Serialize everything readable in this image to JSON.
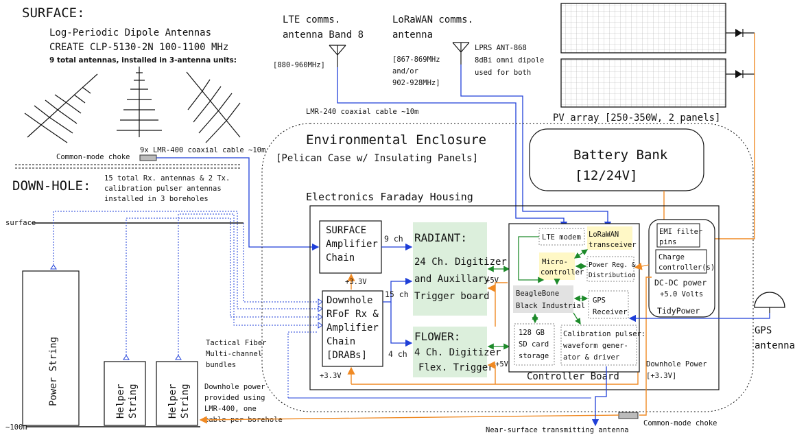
{
  "surface": {
    "title": "SURFACE:",
    "lpda_line1": "Log-Periodic Dipole Antennas",
    "lpda_line2": "CREATE CLP-5130-2N  100-1100 MHz",
    "lpda_line3": "9 total antennas, installed in 3-antenna units:",
    "choke": "Common-mode choke",
    "coax": "9x LMR-400 coaxial cable ~10m"
  },
  "downhole": {
    "title": "DOWN-HOLE:",
    "line1": "15 total Rx. antennas & 2 Tx.",
    "line2": "calibration pulser antennas",
    "line3": "installed in 3 boreholes",
    "surface_label": "surface",
    "depth_label": "~100m",
    "power_string": "Power String",
    "helper1a": "Helper",
    "helper1b": "String",
    "helper2a": "Helper",
    "helper2b": "String",
    "tactical1": "Tactical Fiber",
    "tactical2": "Multi-channel",
    "tactical3": "bundles",
    "dhp1": "Downhole power",
    "dhp2": "provided using",
    "dhp3": "LMR-400, one",
    "dhp4": "cable per borehole"
  },
  "lte": {
    "line1": "LTE comms.",
    "line2": "antenna Band 8",
    "freq": "[880-960MHz]",
    "cable": "LMR-240 coaxial cable ~10m"
  },
  "lora": {
    "line1": "LoRaWAN comms.",
    "line2": "antenna",
    "freq1": "[867-869MHz",
    "freq2": "and/or",
    "freq3": "902-928MHz]",
    "ant1": "LPRS ANT-868",
    "ant2": "8dBi omni dipole",
    "ant3": "used for both"
  },
  "pv": {
    "label": "PV array [250-350W, 2 panels]"
  },
  "enclosure": {
    "title": "Environmental Enclosure",
    "subtitle": "[Pelican Case w/ Insulating Panels]"
  },
  "battery": {
    "line1": "Battery Bank",
    "line2": "[12/24V]"
  },
  "faraday": {
    "title": "Electronics Faraday Housing"
  },
  "surface_amp": {
    "line1": "SURFACE",
    "line2": "Amplifier",
    "line3": "Chain"
  },
  "radiant": {
    "title": "RADIANT:",
    "line1": "24 Ch. Digitizer",
    "line2": "and Auxillary",
    "line3": "Trigger board"
  },
  "flower": {
    "title": "FLOWER:",
    "line1": "4 Ch. Digitizer",
    "line2": "Flex. Trigger"
  },
  "drab": {
    "line1": "Downhole",
    "line2": "RFoF Rx &",
    "line3": "Amplifier",
    "line4": "Chain",
    "line5": "[DRABs]"
  },
  "labels": {
    "ch9": "9 ch",
    "ch15": "15 ch",
    "ch4": "4 ch",
    "v33a": "+3.3V",
    "v33b": "+3.3V",
    "v5a": "+5V",
    "v5b": "+5V",
    "downhole_power": "Downhole Power",
    "downhole_power_v": "[+3.3V]",
    "choke_bottom": "Common-mode choke",
    "near_surface": "Near-surface transmitting antenna",
    "gps1": "GPS",
    "gps2": "antenna"
  },
  "controller": {
    "title": "Controller Board",
    "lte_modem": "LTE modem",
    "lorawan1": "LoRaWAN",
    "lorawan2": "transceiver",
    "micro1": "Micro-",
    "micro2": "controller",
    "power1": "Power Reg. &",
    "power2": "Distribution",
    "bbb1": "BeagleBone",
    "bbb2": "Black Industrial",
    "gps1": "GPS",
    "gps2": "Receiver",
    "sd1": "128 GB",
    "sd2": "SD card",
    "sd3": "storage",
    "cal1": "Calibration pulser:",
    "cal2": "waveform gener-",
    "cal3": "ator & driver"
  },
  "tidy": {
    "emi1": "EMI filter",
    "emi2": "pins",
    "charge1": "Charge",
    "charge2": "controller(s)",
    "dcdc1": "DC-DC power",
    "dcdc2": "+5.0 Volts",
    "title": "TidyPower"
  }
}
